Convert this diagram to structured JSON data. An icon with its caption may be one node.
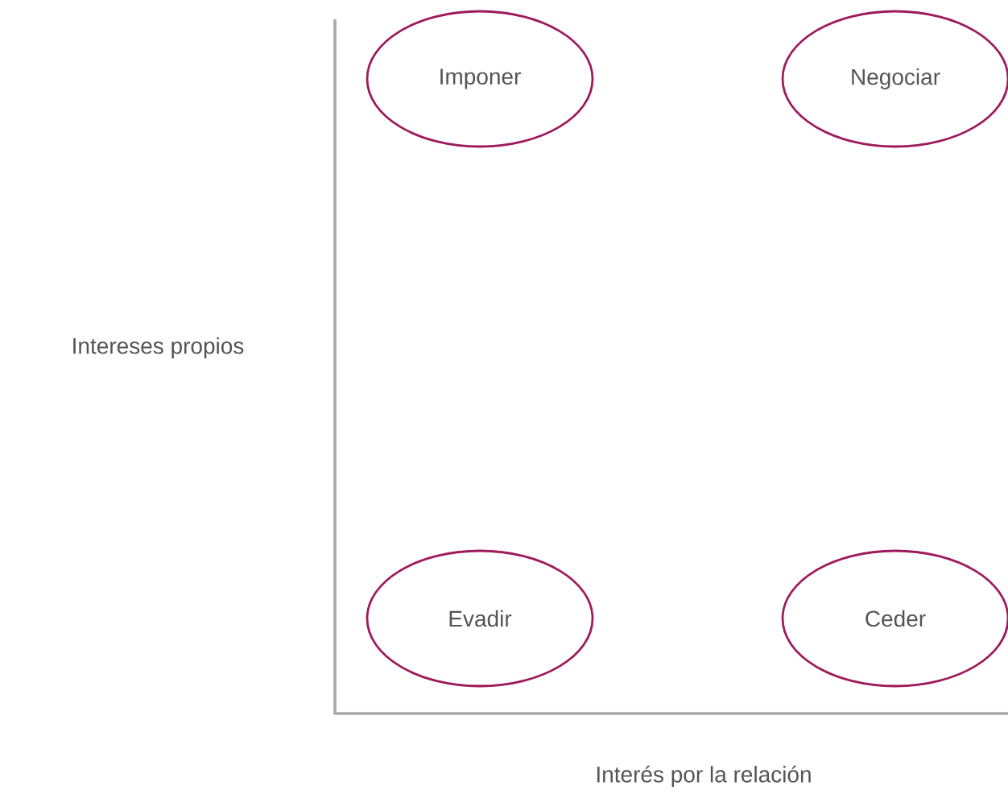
{
  "diagram": {
    "nodes": [
      {
        "text": [
          "Imponer"
        ]
      },
      {
        "text": [
          "Negociar"
        ]
      },
      {
        "text": [
          "Evadir"
        ]
      },
      {
        "text": [
          "Ceder"
        ]
      }
    ],
    "labels": [
      "Intereses propios",
      "Interés por la relación"
    ]
  }
}
